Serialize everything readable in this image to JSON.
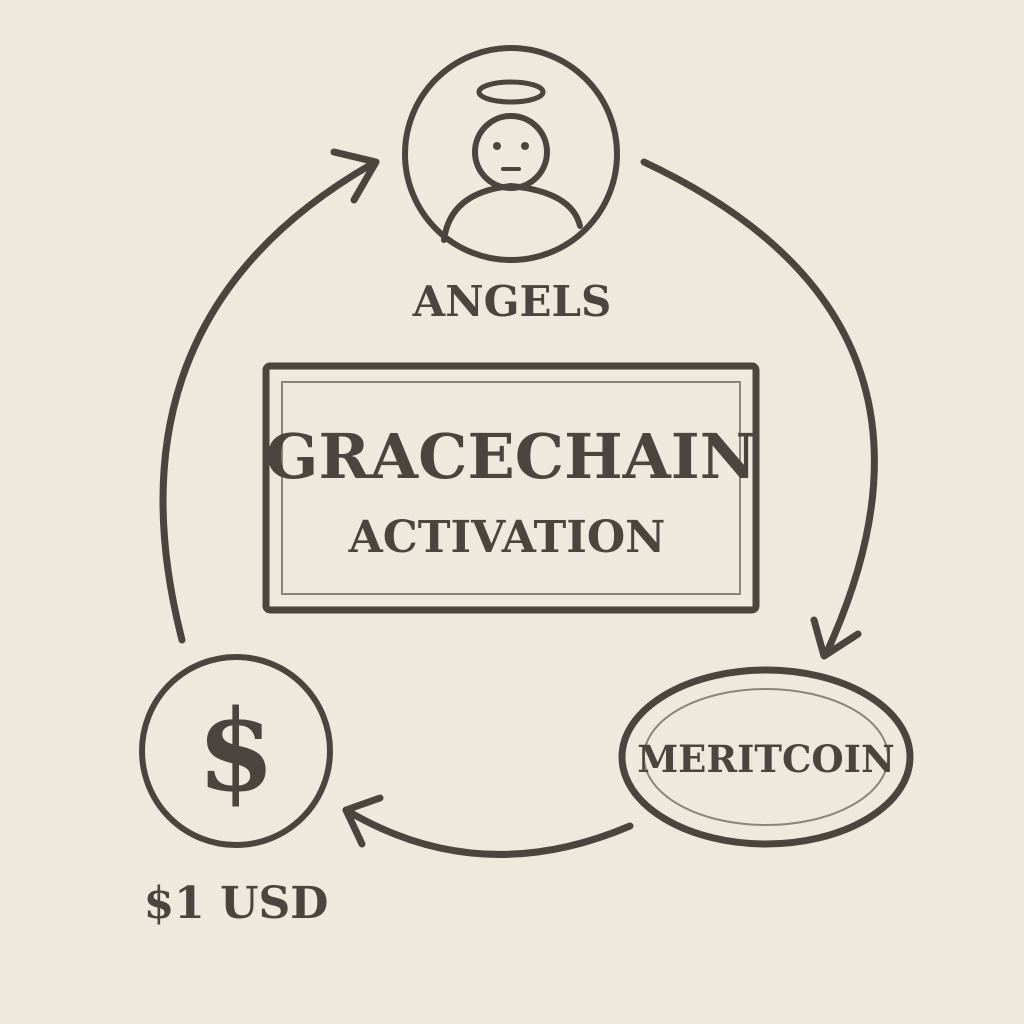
{
  "colors": {
    "background": "#efe8dc",
    "ink": "#4a463f"
  },
  "center": {
    "title": "GRACECHAIN",
    "subtitle": "ACTIVATION"
  },
  "nodes": {
    "angels": {
      "label": "ANGELS",
      "icon": "angel-icon"
    },
    "meritcoin": {
      "label": "MERITCOIN"
    },
    "usd": {
      "label": "$1 USD",
      "symbol": "$",
      "icon": "dollar-icon"
    }
  },
  "flow": [
    {
      "from": "usd",
      "to": "angels"
    },
    {
      "from": "angels",
      "to": "meritcoin"
    },
    {
      "from": "meritcoin",
      "to": "usd"
    }
  ]
}
